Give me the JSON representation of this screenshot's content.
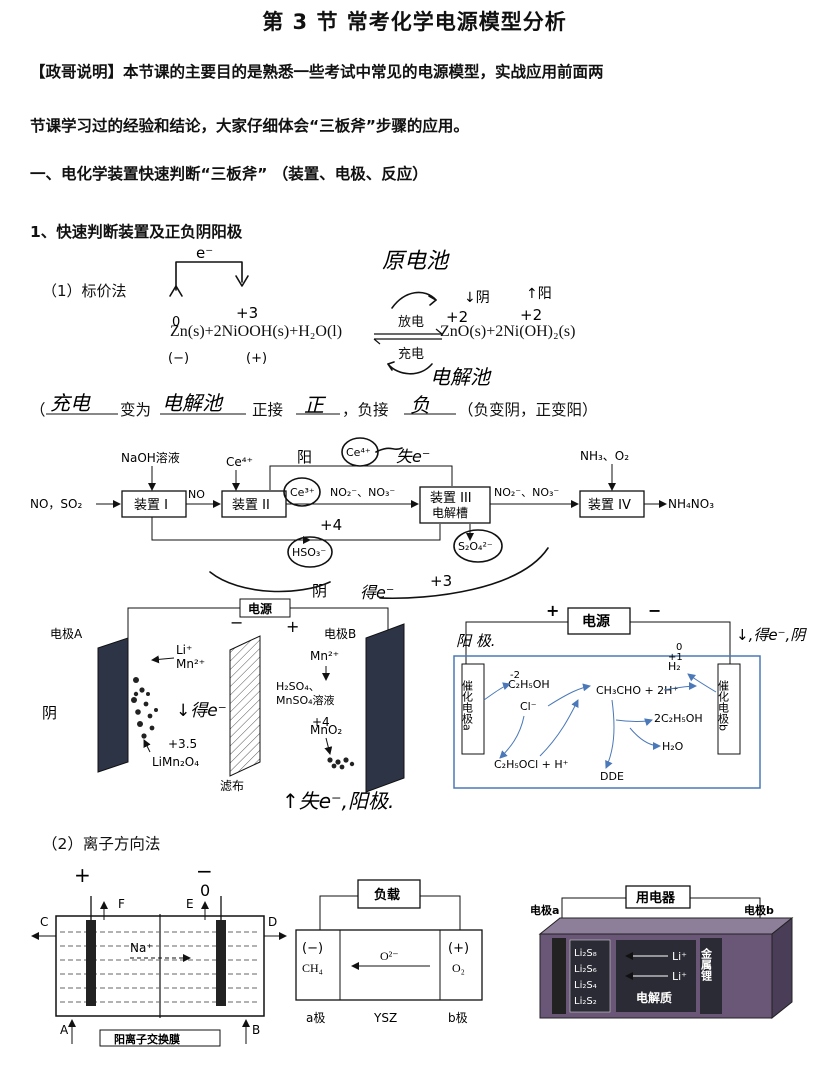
{
  "title": "第 3 节  常考化学电源模型分析",
  "intro": {
    "line1": "【政哥说明】本节课的主要目的是熟悉一些考试中常见的电源模型，实战应用前面两",
    "line2": "节课学习过的经验和结论，大家仔细体会“三板斧”步骤的应用。"
  },
  "section1_title": "一、电化学装置快速判断“三板斧” （装置、电极、反应）",
  "subsection1_title": "1、快速判断装置及正负阴阳极",
  "method1_label": "（1）标价法",
  "equation": {
    "left": "Zn(s)+2NiOOH(s)+H₂O(l)",
    "right": "ZnO(s)+2Ni(OH)₂(s)",
    "discharge": "放电",
    "charge": "充电"
  },
  "handwriting": {
    "electron": "e⁻",
    "zn_ox": "0",
    "ni_ox": "+3",
    "zn_product_ox": "+2",
    "ni_product_ox": "+2",
    "neg": "(−)",
    "pos": "(+)",
    "battery": "原电池",
    "electrolytic": "电解池",
    "cathode": "↓阴",
    "anode": "↑阳",
    "fill_charge": "充电",
    "fill_electrolytic": "电解池",
    "fill_positive": "正",
    "fill_negative": "负"
  },
  "fill_sentence": {
    "open": "（",
    "to": "变为",
    "positive_conn": "正接",
    "negative_conn": "，负接",
    "rule": "（负变阴，正变阳）"
  },
  "flow": {
    "naoh": "NaOH溶液",
    "ce4_in": "Ce⁴⁺",
    "nh3_o2": "NH₃、O₂",
    "input": "NO，SO₂",
    "device1": "装置 I",
    "no": "NO",
    "device2": "装置 II",
    "ce3": "Ce³⁺",
    "nitrites": "NO₂⁻、NO₃⁻",
    "device3_line1": "装置 III",
    "device3_line2": "电解槽",
    "nitrites2": "NO₂⁻、NO₃⁻",
    "device4": "装置 IV",
    "output": "NH₄NO₃",
    "hso3": "HSO₃⁻",
    "s2o4": "S₂O₄²⁻",
    "ce4_circle": "Ce⁴⁺",
    "hw_anode": "阳",
    "hw_lose": "失e⁻",
    "hw_plus4": "+4",
    "hw_cathode": "阴",
    "hw_gain": "得e⁻",
    "hw_plus3": "+3"
  },
  "cell_left": {
    "power": "电源",
    "electrode_a": "电极A",
    "electrode_b": "电极B",
    "li": "Li⁺",
    "mn": "Mn²⁺",
    "mn_b": "Mn²⁺",
    "solution_line1": "H₂SO₄、",
    "solution_line2": "MnSO₄溶液",
    "mno2": "MnO₂",
    "limn2o4": "LiMn₂O₄",
    "filter": "滤布",
    "hw_yin": "阴",
    "hw_gain": "↓得e⁻",
    "hw_35": "+3.5",
    "hw_plus4": "+4",
    "hw_lose": "↑失e⁻,阳极."
  },
  "cell_right": {
    "power": "电源",
    "plus": "+",
    "minus": "−",
    "left_electrode": "催化电极a",
    "right_electrode": "催化电极b",
    "ethanol": "C₂H₅OH",
    "cl": "Cl⁻",
    "chloro": "C₂H₅OCl + H⁺",
    "acetal_eq": "CH₃CHO + 2H⁺",
    "h2": "H₂",
    "ethanol2": "2C₂H₅OH",
    "h2o": "H₂O",
    "dde": "DDE",
    "hw_yang": "阳 极.",
    "hw_right": "↓,得e⁻,阴",
    "hw_m2": "-2",
    "hw_p1": "+1",
    "hw_0": "0"
  },
  "method2_label": "（2）离子方向法",
  "ion_left": {
    "plus": "+",
    "minus": "−",
    "c": "C",
    "f": "F",
    "e": "E",
    "d": "D",
    "a": "A",
    "b": "B",
    "na": "Na⁺",
    "membrane": "阳离子交换膜",
    "o": "0"
  },
  "ion_mid": {
    "load": "负载",
    "neg": "(−)",
    "pos": "(+)",
    "ch4": "CH₄",
    "o2": "O₂",
    "ion": "O²⁻",
    "a_pole": "a极",
    "ysz": "YSZ",
    "b_pole": "b极"
  },
  "ion_right": {
    "device": "用电器",
    "electrode_a": "电极a",
    "electrode_b": "电极b",
    "li1": "Li⁺",
    "li2": "Li⁺",
    "electrolyte": "电解质",
    "metal_li": "金属锂",
    "s1": "Li₂S₈",
    "s2": "Li₂S₆",
    "s3": "Li₂S₄",
    "s4": "Li₂S₂"
  },
  "colors": {
    "ink": "#111111",
    "box_blue": "#4a78b8",
    "purple": "#6a5778",
    "dark": "#2b2b35"
  }
}
